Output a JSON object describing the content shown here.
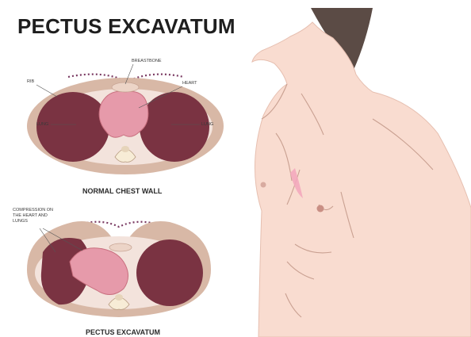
{
  "title": "PECTUS EXCAVATUM",
  "normal": {
    "caption": "NORMAL CHEST WALL",
    "labels": {
      "breastbone": "BREASTBONE",
      "rib": "RIB",
      "heart": "HEART",
      "lung_left": "LUNG",
      "lung_right": "LUNG"
    }
  },
  "pectus": {
    "caption": "PECTUS EXCAVATUM",
    "compression_label": "COMPRESSION ON THE HEART AND LUNGS"
  },
  "colors": {
    "body_ring": "#d8b8a6",
    "lung": "#7a3342",
    "heart": "#e69aaa",
    "skin": "#f9dcd0",
    "hair": "#5b4b45",
    "dotted_line": "#7a3a62"
  }
}
